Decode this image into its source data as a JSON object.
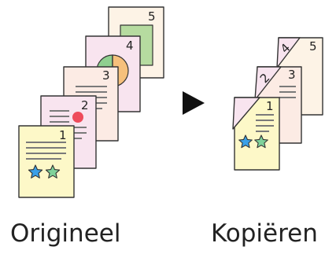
{
  "diagram": {
    "originals_caption": "Origineel",
    "copies_caption": "Kopiëren",
    "original_pages": [
      {
        "number": "5",
        "color": "#fdf3e6"
      },
      {
        "number": "4",
        "color": "#f8e4ef"
      },
      {
        "number": "3",
        "color": "#fcebe4"
      },
      {
        "number": "2",
        "color": "#f8e4ef"
      },
      {
        "number": "1",
        "color": "#fdf8c8"
      }
    ],
    "copy_page_numbers": [
      "5",
      "4",
      "3",
      "2",
      "1"
    ],
    "arrow_icon": "play-arrow-icon",
    "colors": {
      "outline": "#333333",
      "text_lines": "#7a7a7a",
      "green_box": "#b6dba0",
      "pie_green": "#8fcf8f",
      "pie_orange": "#f6c07c",
      "red_dot": "#ee4b5b",
      "star_blue": "#3aa0e8",
      "star_green": "#7fd29a"
    }
  }
}
